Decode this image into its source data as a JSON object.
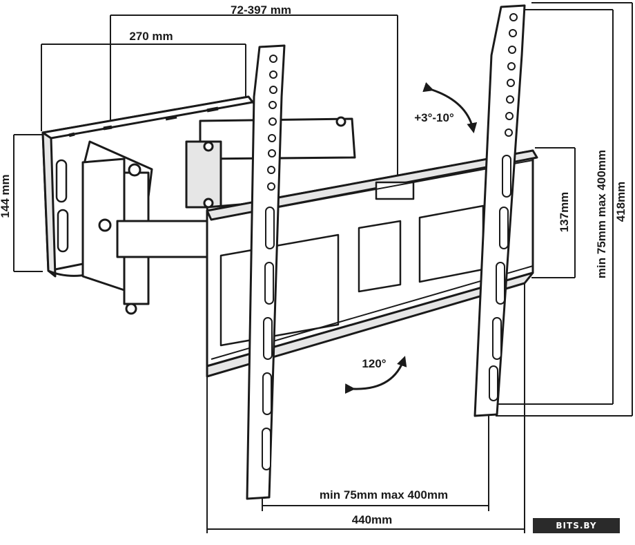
{
  "dimensions": {
    "arm_extension": "72-397 mm",
    "wall_plate_width": "270 mm",
    "wall_plate_height": "144 mm",
    "tilt_range": "+3°-10°",
    "swivel_range": "120°",
    "inner_height": "137mm",
    "vesa_vertical": "min 75mm max 400mm",
    "total_height": "418mm",
    "vesa_horizontal": "min 75mm max 400mm",
    "total_width": "440mm"
  },
  "watermark": "BITS.BY",
  "colors": {
    "line": "#1a1a1a",
    "fill": "#ffffff",
    "shade": "#e6e6e6"
  },
  "icons": [
    "curved-arrow-icon"
  ]
}
